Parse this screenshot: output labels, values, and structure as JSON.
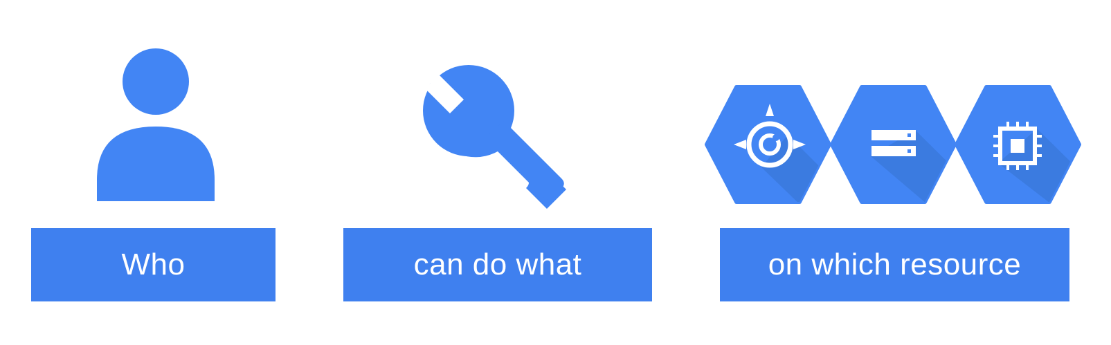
{
  "colors": {
    "primary": "#4285f4",
    "label_fill": "#3f80ef",
    "icon_glyph": "#ffffff"
  },
  "icons": {
    "who": "person-icon",
    "what": "wrench-icon",
    "resources": [
      "cloud-endpoints-icon",
      "storage-icon",
      "compute-engine-icon"
    ]
  },
  "labels": {
    "who": "Who",
    "what": "can do what",
    "resource": "on which resource"
  }
}
